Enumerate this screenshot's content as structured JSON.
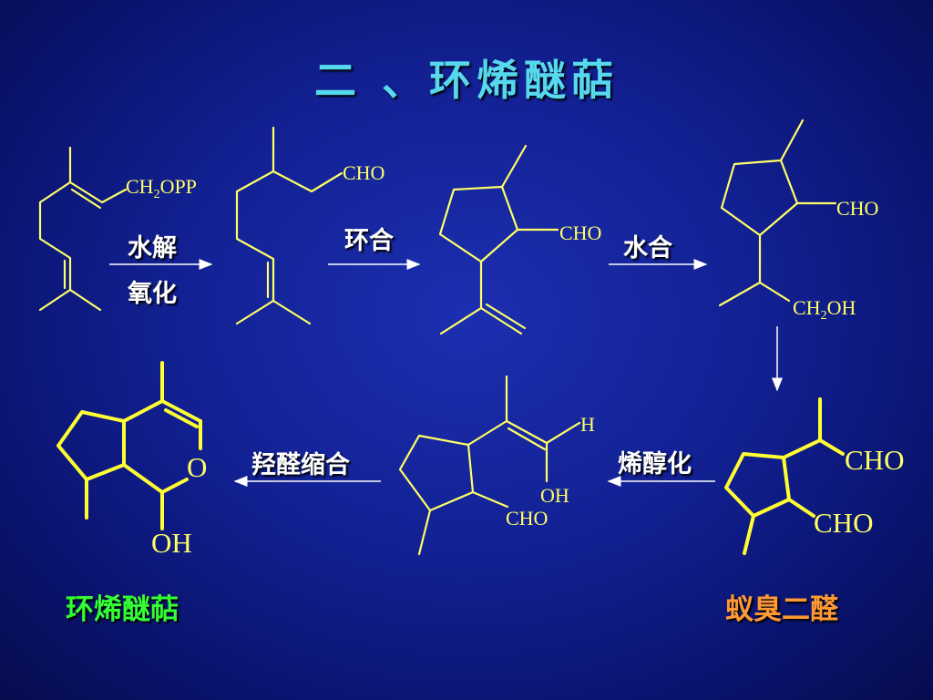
{
  "title": "二 、环烯醚萜",
  "steps": {
    "hydrolysis": "水解",
    "oxidation": "氧化",
    "cyclization": "环合",
    "hydration": "水合",
    "enolization": "烯醇化",
    "aldol": "羟醛缩合"
  },
  "groups": {
    "ch2opp_main": "CH",
    "ch2opp_sub": "2",
    "ch2opp_tail": "OPP",
    "cho": "CHO",
    "ch2oh_main": "CH",
    "ch2oh_sub": "2",
    "ch2oh_tail": "OH",
    "h": "H",
    "oh": "OH",
    "o": "O"
  },
  "names": {
    "iridoid": "环烯醚萜",
    "iridodial": "蚁臭二醛"
  },
  "colors": {
    "title": "#56d8ef",
    "structures": "#ffff66",
    "iridoid_name": "#33ff33",
    "iridodial_name": "#ff9933",
    "arrows": "#ffffff"
  }
}
